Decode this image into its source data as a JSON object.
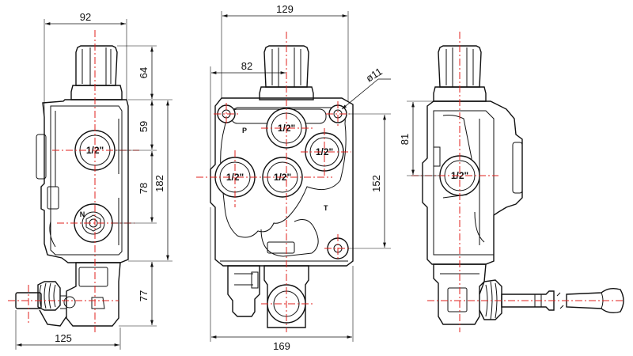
{
  "dimensions": {
    "left_width": "92",
    "left_knob_height": "64",
    "left_top_to_port": "59",
    "left_port_spacing": "78",
    "left_body_height": "182",
    "left_bottom_height": "77",
    "left_total_width": "125",
    "front_width": "129",
    "front_center_offset": "82",
    "mount_hole_diameter": "ø11",
    "mount_hole_spacing": "152",
    "front_total_width": "169",
    "right_port_height": "81"
  },
  "ports": {
    "port_size": "1/2\"",
    "pressure_label": "P",
    "tank_label": "T",
    "neutral_label": "N"
  }
}
